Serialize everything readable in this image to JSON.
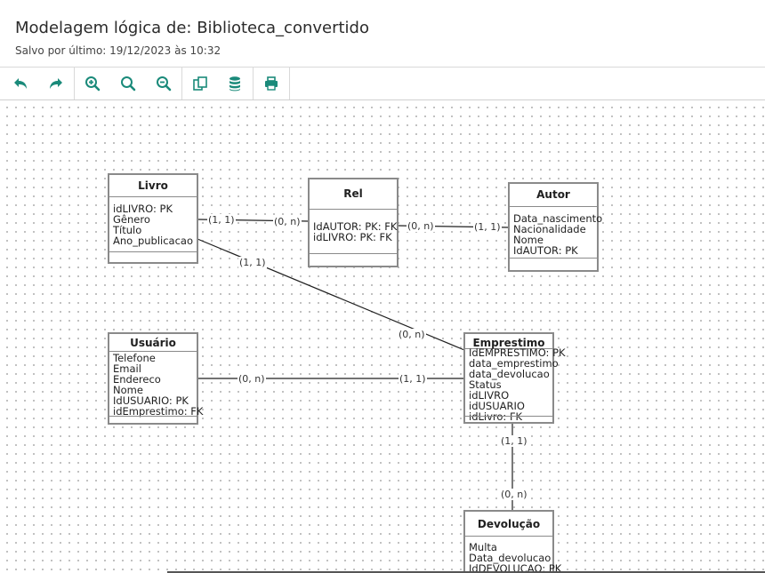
{
  "header": {
    "title": "Modelagem lógica de: Biblioteca_convertido",
    "subtitle": "Salvo por último: 19/12/2023 às 10:32"
  },
  "toolbar": {
    "icons": [
      "undo-icon",
      "redo-icon",
      "zoom-in-icon",
      "zoom-reset-icon",
      "zoom-out-icon",
      "copy-icon",
      "database-icon",
      "print-icon"
    ],
    "accent": "#1a8a7a"
  },
  "entities": {
    "livro": {
      "name": "Livro",
      "attrs": [
        "idLIVRO: PK",
        "Gênero",
        "Título",
        "Ano_publicacao"
      ]
    },
    "rel": {
      "name": "Rel",
      "attrs": [
        "IdAUTOR: PK: FK",
        "idLIVRO: PK: FK"
      ]
    },
    "autor": {
      "name": "Autor",
      "attrs": [
        "Data_nascimento",
        "Nacionalidade",
        "Nome",
        "IdAUTOR: PK"
      ]
    },
    "usuario": {
      "name": "Usuário",
      "attrs": [
        "Telefone",
        "Email",
        "Endereco",
        "Nome",
        "IdUSUARIO: PK",
        "idEmprestimo: FK"
      ]
    },
    "emprestimo": {
      "name": "Emprestimo",
      "attrs": [
        "IdEMPRESTIMO: PK",
        "data_emprestimo",
        "data_devolucao",
        "Status",
        "idLIVRO",
        "idUSUARIO",
        "idLivro: FK"
      ]
    },
    "devolucao": {
      "name": "Devolução",
      "attrs": [
        "Multa",
        "Data_devolucao",
        "IdDEVOLUCAO: PK"
      ]
    }
  },
  "cardinalities": {
    "livro_rel_a": "(1, 1)",
    "livro_rel_b": "(0, n)",
    "rel_autor_a": "(0, n)",
    "rel_autor_b": "(1, 1)",
    "livro_emp_a": "(1, 1)",
    "livro_emp_b": "(0, n)",
    "usr_emp_a": "(0, n)",
    "usr_emp_b": "(1, 1)",
    "emp_dev_a": "(1, 1)",
    "emp_dev_b": "(0, n)"
  }
}
